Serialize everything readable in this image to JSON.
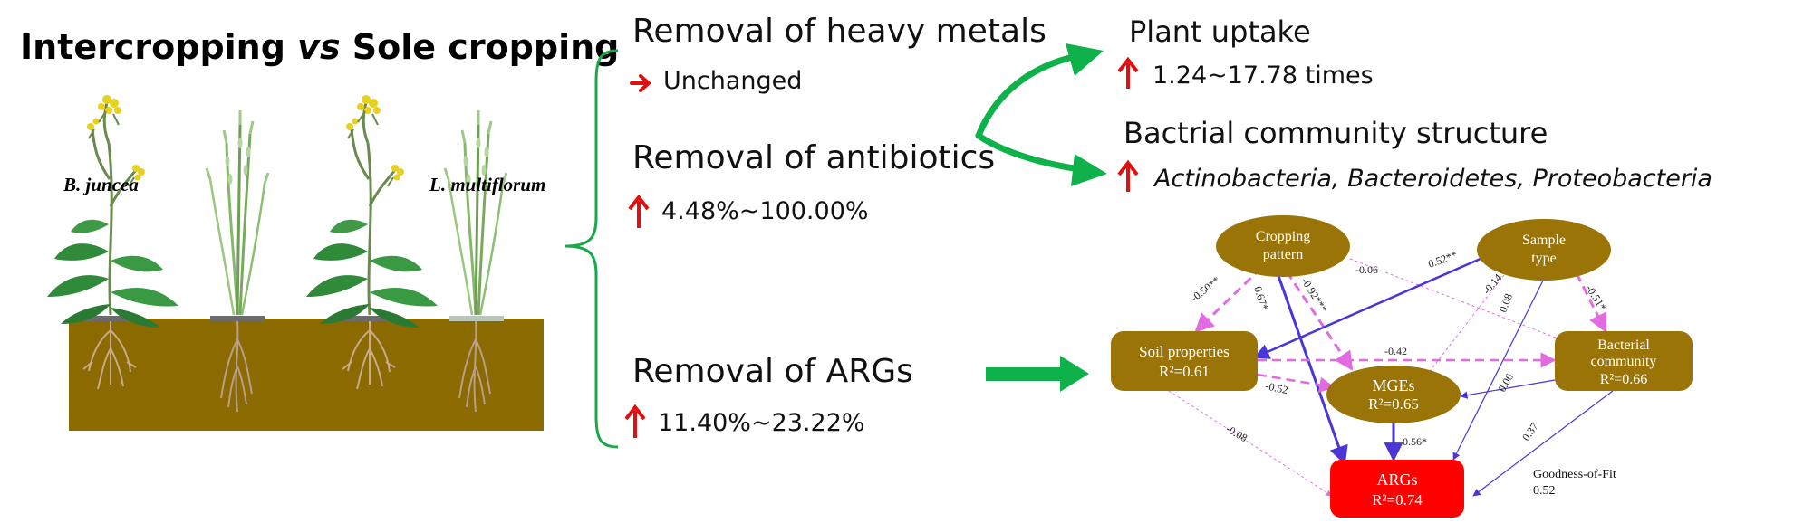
{
  "title": {
    "part1": "Intercropping",
    "part2": "vs",
    "part3": "Sole cropping"
  },
  "plants": {
    "left_label": "B. juncea",
    "right_label": "L. multiflorum"
  },
  "removals": {
    "heavy_metals": {
      "label": "Removal of heavy metals",
      "value": "Unchanged"
    },
    "antibiotics": {
      "label": "Removal of antibiotics",
      "value": "4.48%~100.00%"
    },
    "args": {
      "label": "Removal of ARGs",
      "value": "11.40%~23.22%"
    }
  },
  "outcomes": {
    "plant_uptake": {
      "label": "Plant uptake",
      "value": "1.24~17.78 times"
    },
    "bacterial": {
      "label": "Bactrial community structure",
      "taxa": "Actinobacteria, Bacteroidetes, Proteobacteria"
    }
  },
  "sem": {
    "nodes": {
      "cropping": {
        "line1": "Cropping",
        "line2": "pattern"
      },
      "sample": {
        "line1": "Sample",
        "line2": "type"
      },
      "soil": {
        "line1": "Soil properties",
        "line2": "R²=0.61"
      },
      "bacterial": {
        "line1": "Bacterial",
        "line2": "community",
        "line3": "R²=0.66"
      },
      "mges": {
        "line1": "MGEs",
        "line2": "R²=0.65"
      },
      "args": {
        "line1": "ARGs",
        "line2": "R²=0.74"
      }
    },
    "coefficients": {
      "crop_soil": "-0.50**",
      "crop_args": "0.67*",
      "crop_mges": "-0.92***",
      "crop_bact": "-0.06",
      "sample_soil": "0.52**",
      "sample_mges": "-0.14",
      "sample_args": "0.08",
      "sample_bact": "-0.51*",
      "soil_bact": "-0.42",
      "soil_mges": "-0.52",
      "soil_args": "-0.08",
      "bact_mges": "0.06",
      "bact_args": "0.37",
      "mges_args": "0.56*"
    },
    "fit": {
      "label": "Goodness-of-Fit",
      "value": "0.52"
    },
    "colors": {
      "node": "#9a7406",
      "args_node": "#ff0000",
      "positive": "#4b35d8",
      "negative": "#e06ce0"
    }
  },
  "colors": {
    "soil": "#8b6a00",
    "brace": "#19a94a",
    "arrow_green": "#0fb14a",
    "up_arrow": "#e01010"
  }
}
